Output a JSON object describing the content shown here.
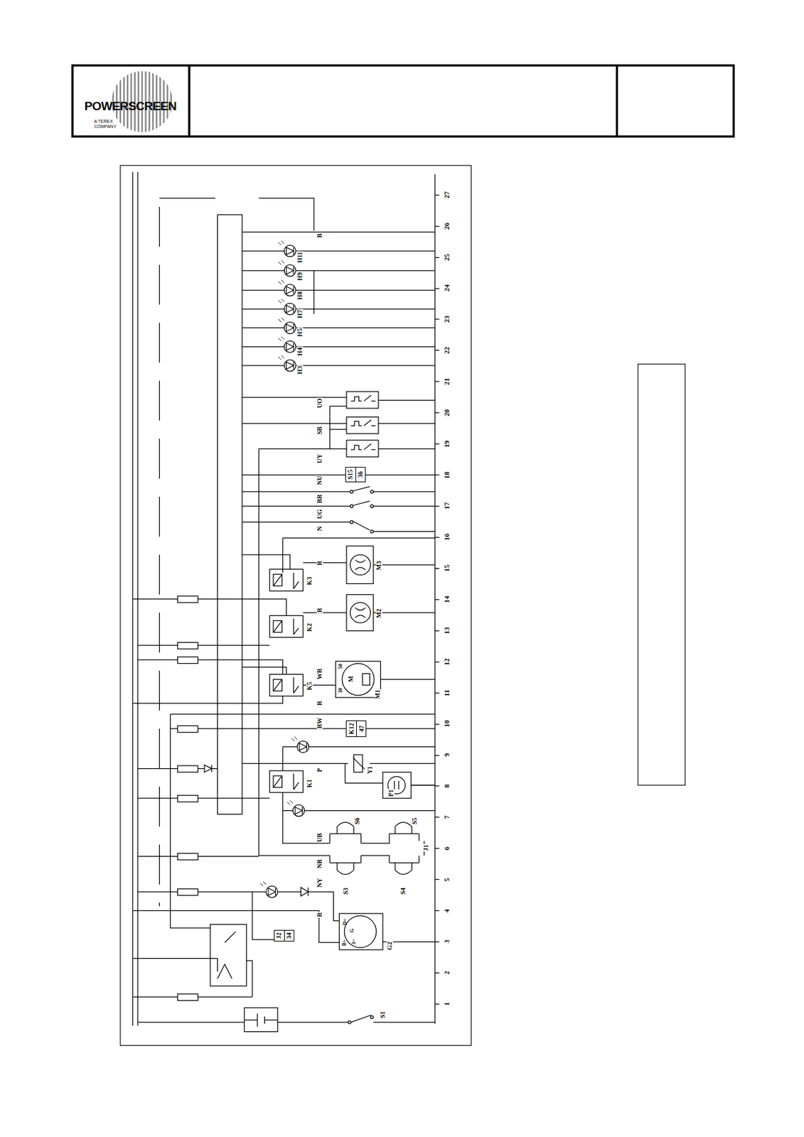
{
  "diagram": {
    "nodes": [
      {
        "text": [
          "POWERSCREEN",
          "A TEREX COMPANY"
        ]
      },
      {
        "text": [
          "S15",
          "36"
        ]
      },
      {
        "text": [
          "K12",
          "47"
        ]
      },
      {
        "text": [
          "J2",
          "34"
        ]
      }
    ],
    "labels": [
      "1",
      "2",
      "3",
      "4",
      "5",
      "6",
      "7",
      "8",
      "9",
      "10",
      "11",
      "12",
      "13",
      "14",
      "15",
      "16",
      "17",
      "18",
      "19",
      "20",
      "21",
      "22",
      "23",
      "24",
      "25",
      "26",
      "27",
      "B",
      "H11",
      "H9",
      "H8",
      "H7",
      "H5",
      "H4",
      "H3",
      "UO",
      "SB",
      "UY",
      "NU",
      "BR",
      "UG",
      "N",
      "R",
      "K3",
      "M3",
      "R",
      "K2",
      "M2",
      "WR",
      "50",
      "M",
      "30",
      "M1",
      "K5",
      "R",
      "RW",
      "P",
      "Y1",
      "P1",
      "K1",
      "S6",
      "S5",
      "UB",
      "J1",
      "NR",
      "S3",
      "S4",
      "NY",
      "R",
      "D+",
      "G",
      "B+",
      "3~",
      "G2",
      "S1"
    ]
  }
}
